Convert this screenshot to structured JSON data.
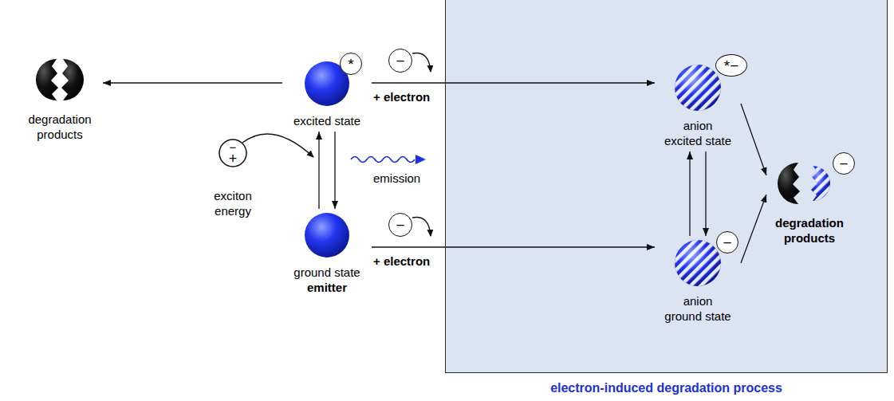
{
  "diagram": {
    "nodes": [
      {
        "text": [
          "electron-induced degradation process"
        ]
      },
      {
        "text": [
          "degradation products"
        ]
      },
      {
        "text": [
          "*",
          "excited state"
        ]
      },
      {
        "text": [
          "ground state",
          "emitter"
        ]
      },
      {
        "text": [
          "*−",
          "anion excited state"
        ],
        "in": 0
      },
      {
        "text": [
          "−",
          "anion ground state"
        ],
        "in": 0
      },
      {
        "text": [
          "−",
          "degradation products"
        ],
        "in": 0
      }
    ],
    "edges": [
      {
        "from": 2,
        "to": 1,
        "arrow": "to"
      },
      {
        "from": 3,
        "to": 2,
        "arrow": "to"
      },
      {
        "from": 2,
        "to": 3,
        "arrow": "to"
      },
      {
        "from": 2,
        "to": 4,
        "arrow": "to",
        "label": "+ electron"
      },
      {
        "from": 3,
        "to": 5,
        "arrow": "to",
        "label": "+ electron"
      },
      {
        "from": 5,
        "to": 4,
        "arrow": "to"
      },
      {
        "from": 4,
        "to": 5,
        "arrow": "to"
      },
      {
        "from": 4,
        "to": 6,
        "arrow": "to"
      },
      {
        "from": 5,
        "to": 6,
        "arrow": "to"
      }
    ],
    "labels": [
      "−",
      "−",
      "+",
      "exciton energy",
      "emission",
      "−"
    ]
  }
}
